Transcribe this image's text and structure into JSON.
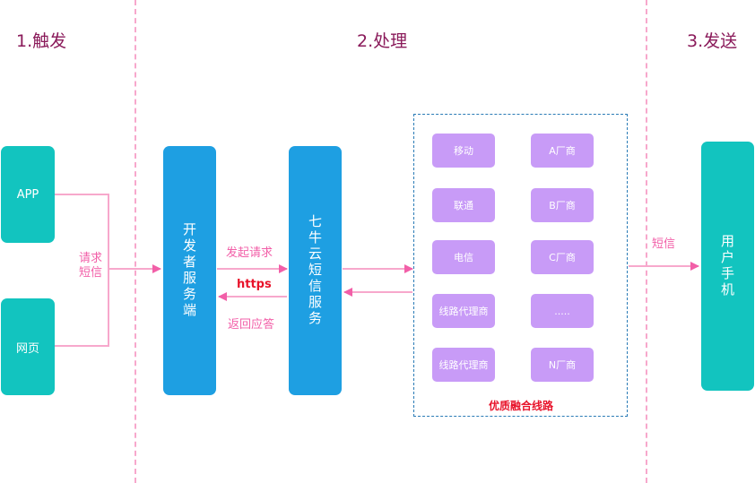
{
  "stages": {
    "trigger": "1.触发",
    "process": "2.处理",
    "send": "3.发送"
  },
  "sources": {
    "app": "APP",
    "web": "网页"
  },
  "labels": {
    "request_sms": "请求\n短信",
    "initiate_request": "发起请求",
    "https": "https",
    "return_response": "返回应答",
    "sms": "短信",
    "fusion_route": "优质融合线路"
  },
  "servers": {
    "developer": "开发者服务端",
    "qiniu": "七牛云短信服务"
  },
  "carriers": {
    "left": [
      "移动",
      "联通",
      "电信",
      "线路代理商",
      "线路代理商"
    ],
    "right": [
      "A厂商",
      "B厂商",
      "C厂商",
      ".....",
      "N厂商"
    ]
  },
  "target": {
    "phone": "用户手机"
  },
  "colors": {
    "title": "#8a1a5a",
    "teal": "#12c4bf",
    "blue": "#1e9fe2",
    "purple": "#c89bf7",
    "pink": "#f25fa8",
    "red": "#e8132a",
    "dash": "#2a7bb6"
  }
}
